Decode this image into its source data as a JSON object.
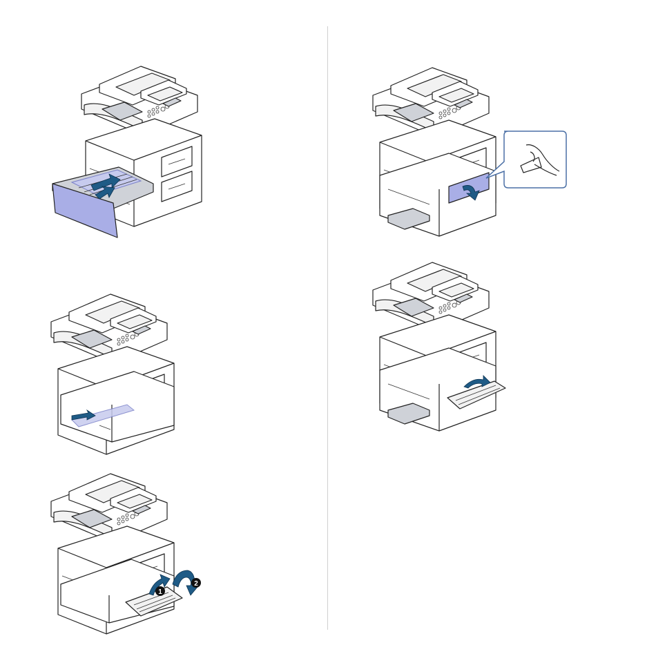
{
  "figures": [
    {
      "id": "pull-tray-remove-paper",
      "icon": "printer-tray-open-illustration"
    },
    {
      "id": "remove-paper-under-machine",
      "icon": "printer-paper-jam-underside-illustration"
    },
    {
      "id": "open-side-cover-steps",
      "icon": "printer-side-cover-open-illustration"
    },
    {
      "id": "open-lower-side-cover",
      "icon": "printer-lower-side-cover-illustration"
    },
    {
      "id": "open-side-cover-stand",
      "icon": "printer-stand-side-cover-illustration"
    }
  ],
  "callouts": {
    "step_one": "1",
    "step_two": "2"
  },
  "colors": {
    "accent_blue": "#a9aee6",
    "arrow_blue": "#1f5b86",
    "callout_border": "#4a6fa5"
  }
}
